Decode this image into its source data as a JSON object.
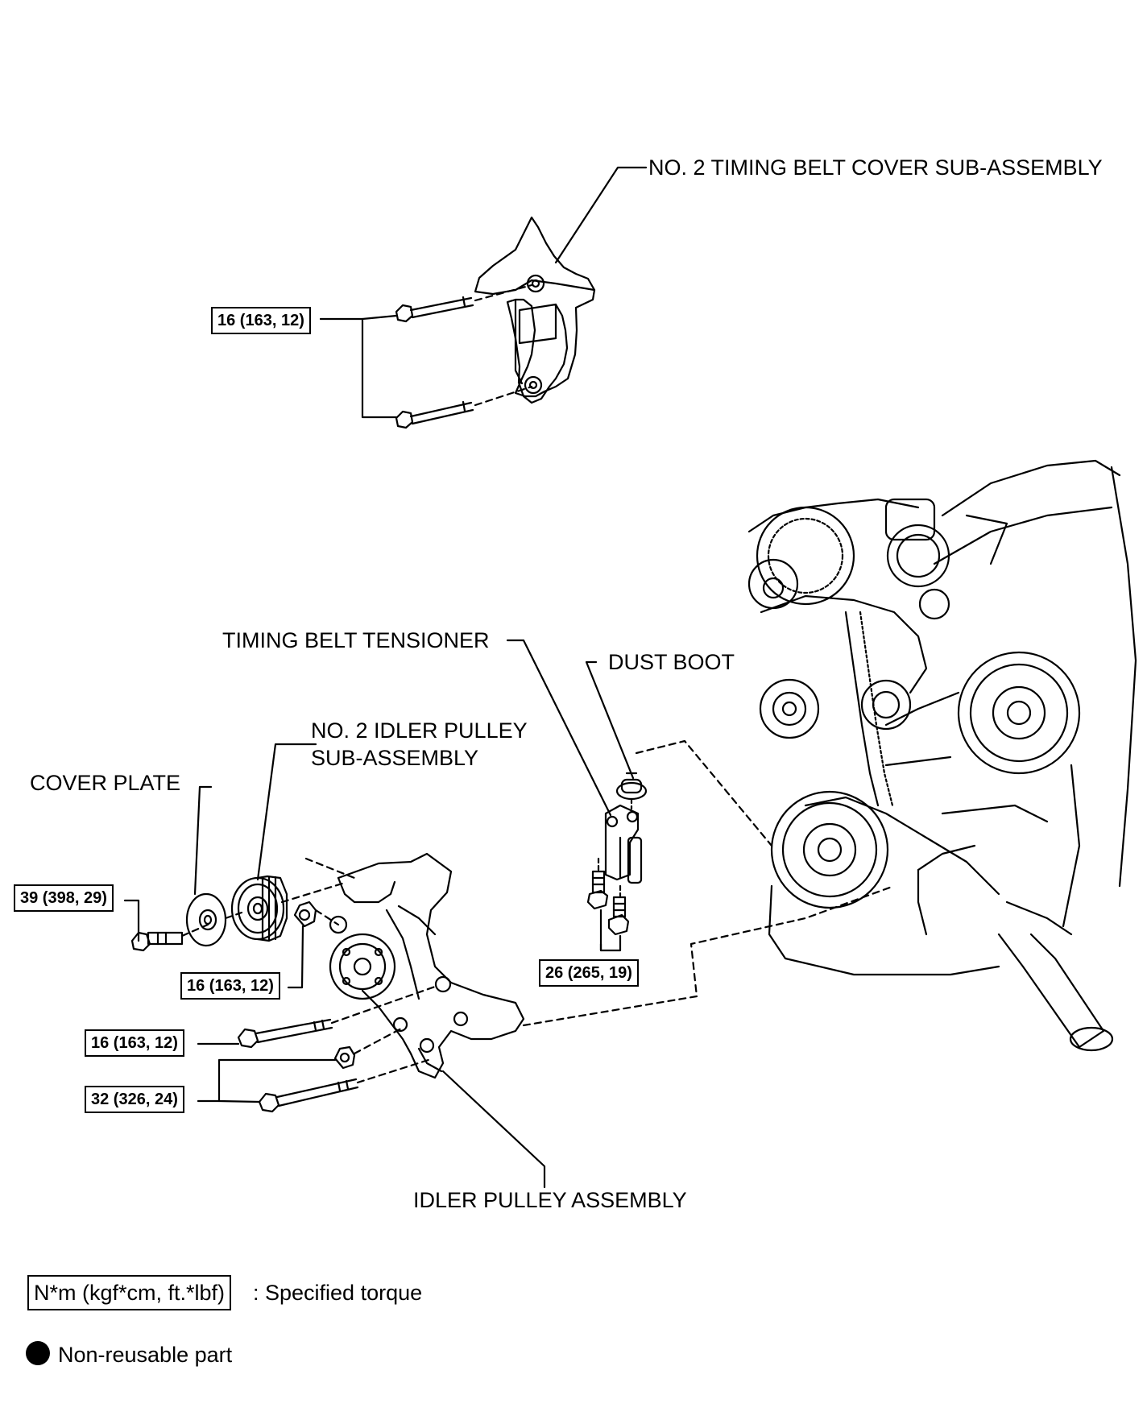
{
  "labels": {
    "cover_subassembly": "NO. 2 TIMING BELT COVER SUB-ASSEMBLY",
    "timing_belt_tensioner": "TIMING BELT TENSIONER",
    "dust_boot": "DUST BOOT",
    "idler_pulley_sub_line1": "NO. 2 IDLER PULLEY",
    "idler_pulley_sub_line2": "SUB-ASSEMBLY",
    "cover_plate": "COVER PLATE",
    "idler_pulley_assembly": "IDLER PULLEY ASSEMBLY"
  },
  "torques": {
    "cover_bolts": "16 (163, 12)",
    "cover_plate_bolt": "39 (398, 29)",
    "idler_nut": "16 (163, 12)",
    "idler_bolt": "16 (163, 12)",
    "idler_assembly_bolts": "32 (326, 24)",
    "tensioner_bolts": "26 (265, 19)"
  },
  "legend": {
    "torque_units": "N*m (kgf*cm, ft.*lbf)",
    "torque_desc": ": Specified torque",
    "nonreusable": "Non-reusable part"
  }
}
